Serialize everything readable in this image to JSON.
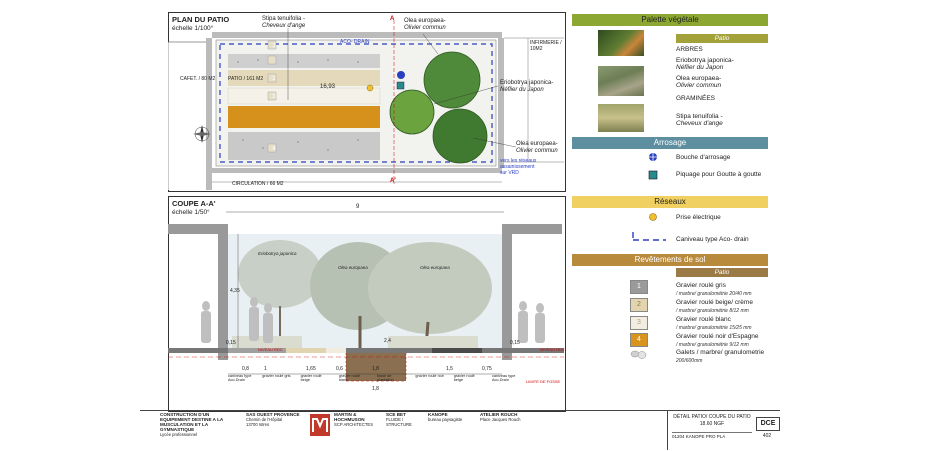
{
  "plan": {
    "title": "PLAN DU PATIO",
    "scale": "échelle 1/100°",
    "callout_stipa_1": "Stipa tenuifolia -",
    "callout_stipa_2": "Cheveux d'ange",
    "callout_olea_top_1": "Olea europaea-",
    "callout_olea_top_2": "Olivier commun",
    "callout_eriob_1": "Eriobotrya japonica-",
    "callout_eriob_2": "Néflier du Japon",
    "callout_olea_bot_1": "Olea europaea-",
    "callout_olea_bot_2": "Olivier commun",
    "room_cafet": "CAFET. / 80 M2",
    "room_patio": "PATIO / 161 M2",
    "room_infirmerie": "INFIRMERIE / 10M2",
    "room_circulation": "CIRCULATION / 66 M2",
    "drain_label": "ACO- DRAIN",
    "network_note_1": "vers les réseaux",
    "network_note_2": "assainissement",
    "network_note_3": "sur VRD",
    "dimension": "16,93",
    "section_marker_top": "A",
    "section_marker_bottom": "A'",
    "bands": [
      "1",
      "2",
      "3",
      "4"
    ]
  },
  "section": {
    "title": "COUPE A-A'",
    "scale": "échelle 1/50°",
    "width_dim": "9",
    "height_dim": "4,35",
    "tree_label_1": "Eriobotrya japonica",
    "tree_label_2": "Olea europaea",
    "tree_label_3": "Olea europaea",
    "level_left": "0,15",
    "level_right": "0,15",
    "dims_bottom": [
      "0,8",
      "1",
      "1,65",
      "0,6",
      "1,8",
      "1,5",
      "0,75"
    ],
    "depth_dim": "1,8",
    "mid_dim": "2,4",
    "ground_labels": [
      "caniveau type Aco-Drain",
      "gravier roulé gris",
      "gravier roulé beige",
      "gravier roulé blanc",
      "fosse de plantation",
      "gravier roulé noir",
      "gravier roulé beige",
      "caniveau type Aco-Drain"
    ],
    "red_left": "NIVEAU RDC",
    "red_right": "NIVEAU RDC",
    "red_bottom": "LIMITE DE FOSSE"
  },
  "legend": {
    "palette_title": "Palette végétale",
    "palette_sub": "Patio",
    "arbres": "ARBRES",
    "plant_1_name": "Eriobotrya japonica-",
    "plant_1_common": "Néflier du Japon",
    "plant_2_name": "Olea europaea-",
    "plant_2_common": "Olivier commun",
    "graminees": "GRAMINÉES",
    "plant_3_name": "Stipa tenuifolia -",
    "plant_3_common": "Cheveux d'ange",
    "arrosage_title": "Arrosage",
    "arrosage_1": "Bouche d'arrosage",
    "arrosage_2": "Piquage pour Goutte à goutte",
    "reseaux_title": "Réseaux",
    "reseaux_1": "Prise électrique",
    "reseaux_2": "Caniveau type Aco- drain",
    "revet_title": "Revêtements de sol",
    "revet_sub": "Patio",
    "revet": [
      {
        "num": "1",
        "name": "Gravier roulé gris",
        "spec": "/ marbre/ granulométrie 20/40 mm"
      },
      {
        "num": "2",
        "name": "Gravier roulé beige/ crème",
        "spec": "/ marbre/ granulométrie 8/12 mm"
      },
      {
        "num": "3",
        "name": "Gravier roulé blanc",
        "spec": "/ marbre/ granulométrie 15/25 mm"
      },
      {
        "num": "4",
        "name": "Gravier roulé noir d'Espagne",
        "spec": "/ marbre/ granulométrie 9/12 mm"
      },
      {
        "num": "",
        "name": "Galets / marbre/ granulometrie",
        "spec": "200/600mm"
      }
    ]
  },
  "titleblock": {
    "client_1": "CONSTRUCTION D'UN EQUIPEMENT DESTINE A LA",
    "client_2": "MUSCULATION ET LA GYMNASTIQUE",
    "client_3": "Lycée professionnel",
    "moa_1": "SAS OUEST PROVENCE",
    "moa_2": "Chemin de l'Hôpital",
    "moa_3": "13700 Istres",
    "arch_1": "MARTIN & HOCHMUSON",
    "arch_2": "SCP ARCHITECTES",
    "bet_1": "SCE BET",
    "bet_2": "FLUIDE / STRUCTURE",
    "kanope_1": "KANOPE",
    "kanope_2": "bureau paysagiste",
    "rouch_1": "ATELIER ROUCH",
    "rouch_2": "Place Jacques Rouch",
    "drawing_title": "DÉTAIL PATIO/ COUPE DU PATIO",
    "drawing_sub": "18.60 NGF",
    "phase": "DCE",
    "ref": "01204  KANOPE  PRO  PLA",
    "num": "402"
  },
  "colors": {
    "palette_head": "#8ca832",
    "arrosage_head": "#5d8fa0",
    "reseaux_head": "#f0d060",
    "revet_head": "#b88a3c",
    "swatch_1": "#9a9a9a",
    "swatch_2": "#e2d5ae",
    "swatch_3": "#f1ede3",
    "swatch_4": "#d8941d"
  }
}
